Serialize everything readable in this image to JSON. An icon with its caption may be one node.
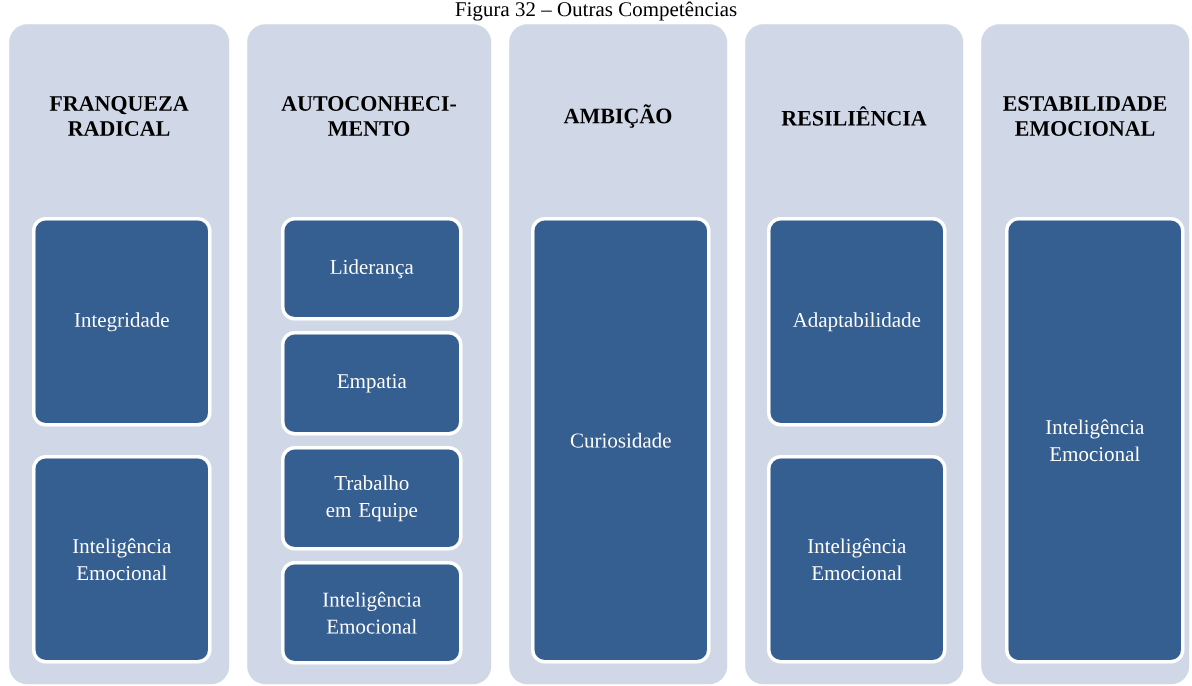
{
  "diagram": {
    "title": "Figura 32 – Outras Competências",
    "nodes": [
      {
        "text": [
          "FRANQUEZA RADICAL"
        ]
      },
      {
        "text": [
          "Integridade"
        ],
        "in": 0
      },
      {
        "text": [
          "Inteligência Emocional"
        ],
        "in": 0
      },
      {
        "text": [
          "AUTOCONHECI- MENTO"
        ]
      },
      {
        "text": [
          "Liderança"
        ],
        "in": 3
      },
      {
        "text": [
          "Empatia"
        ],
        "in": 3
      },
      {
        "text": [
          "Trabalho em Equipe"
        ],
        "in": 3
      },
      {
        "text": [
          "Inteligência Emocional"
        ],
        "in": 3
      },
      {
        "text": [
          "AMBIÇÃO"
        ]
      },
      {
        "text": [
          "Curiosidade"
        ],
        "in": 8
      },
      {
        "text": [
          "RESILIÊNCIA"
        ]
      },
      {
        "text": [
          "Adaptabilidade"
        ],
        "in": 10
      },
      {
        "text": [
          "Inteligência Emocional"
        ],
        "in": 10
      },
      {
        "text": [
          "ESTABILIDADE EMOCIONAL"
        ]
      },
      {
        "text": [
          "Inteligência Emocional"
        ],
        "in": 13
      }
    ]
  }
}
